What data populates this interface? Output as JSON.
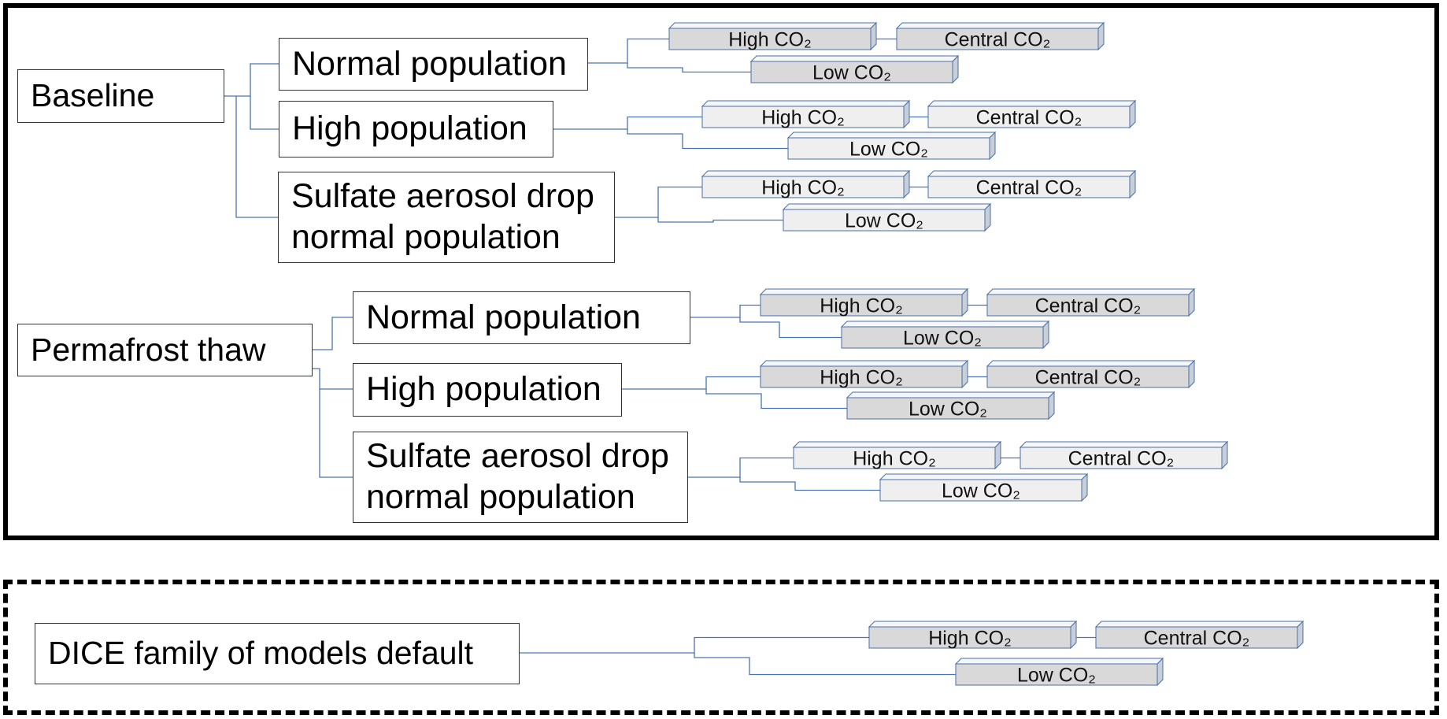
{
  "diagram": {
    "groups": [
      {
        "root": "Baseline",
        "branches": [
          {
            "label": [
              "Normal population"
            ]
          },
          {
            "label": [
              "High population"
            ]
          },
          {
            "label": [
              "Sulfate aerosol drop",
              "normal population"
            ]
          }
        ]
      },
      {
        "root": "Permafrost thaw",
        "branches": [
          {
            "label": [
              "Normal population"
            ]
          },
          {
            "label": [
              "High population"
            ]
          },
          {
            "label": [
              "Sulfate aerosol drop",
              "normal population"
            ]
          }
        ]
      }
    ],
    "default_model": "DICE family of models default",
    "leaves": {
      "high": "High CO₂",
      "central": "Central CO₂",
      "low": "Low CO₂"
    },
    "colors": {
      "leaf_fill_dark": "#d9d9d9",
      "leaf_fill_light": "#efefef",
      "leaf_stroke": "#4a6fa5",
      "connector": "#4a74b4",
      "frame": "#000000"
    }
  }
}
